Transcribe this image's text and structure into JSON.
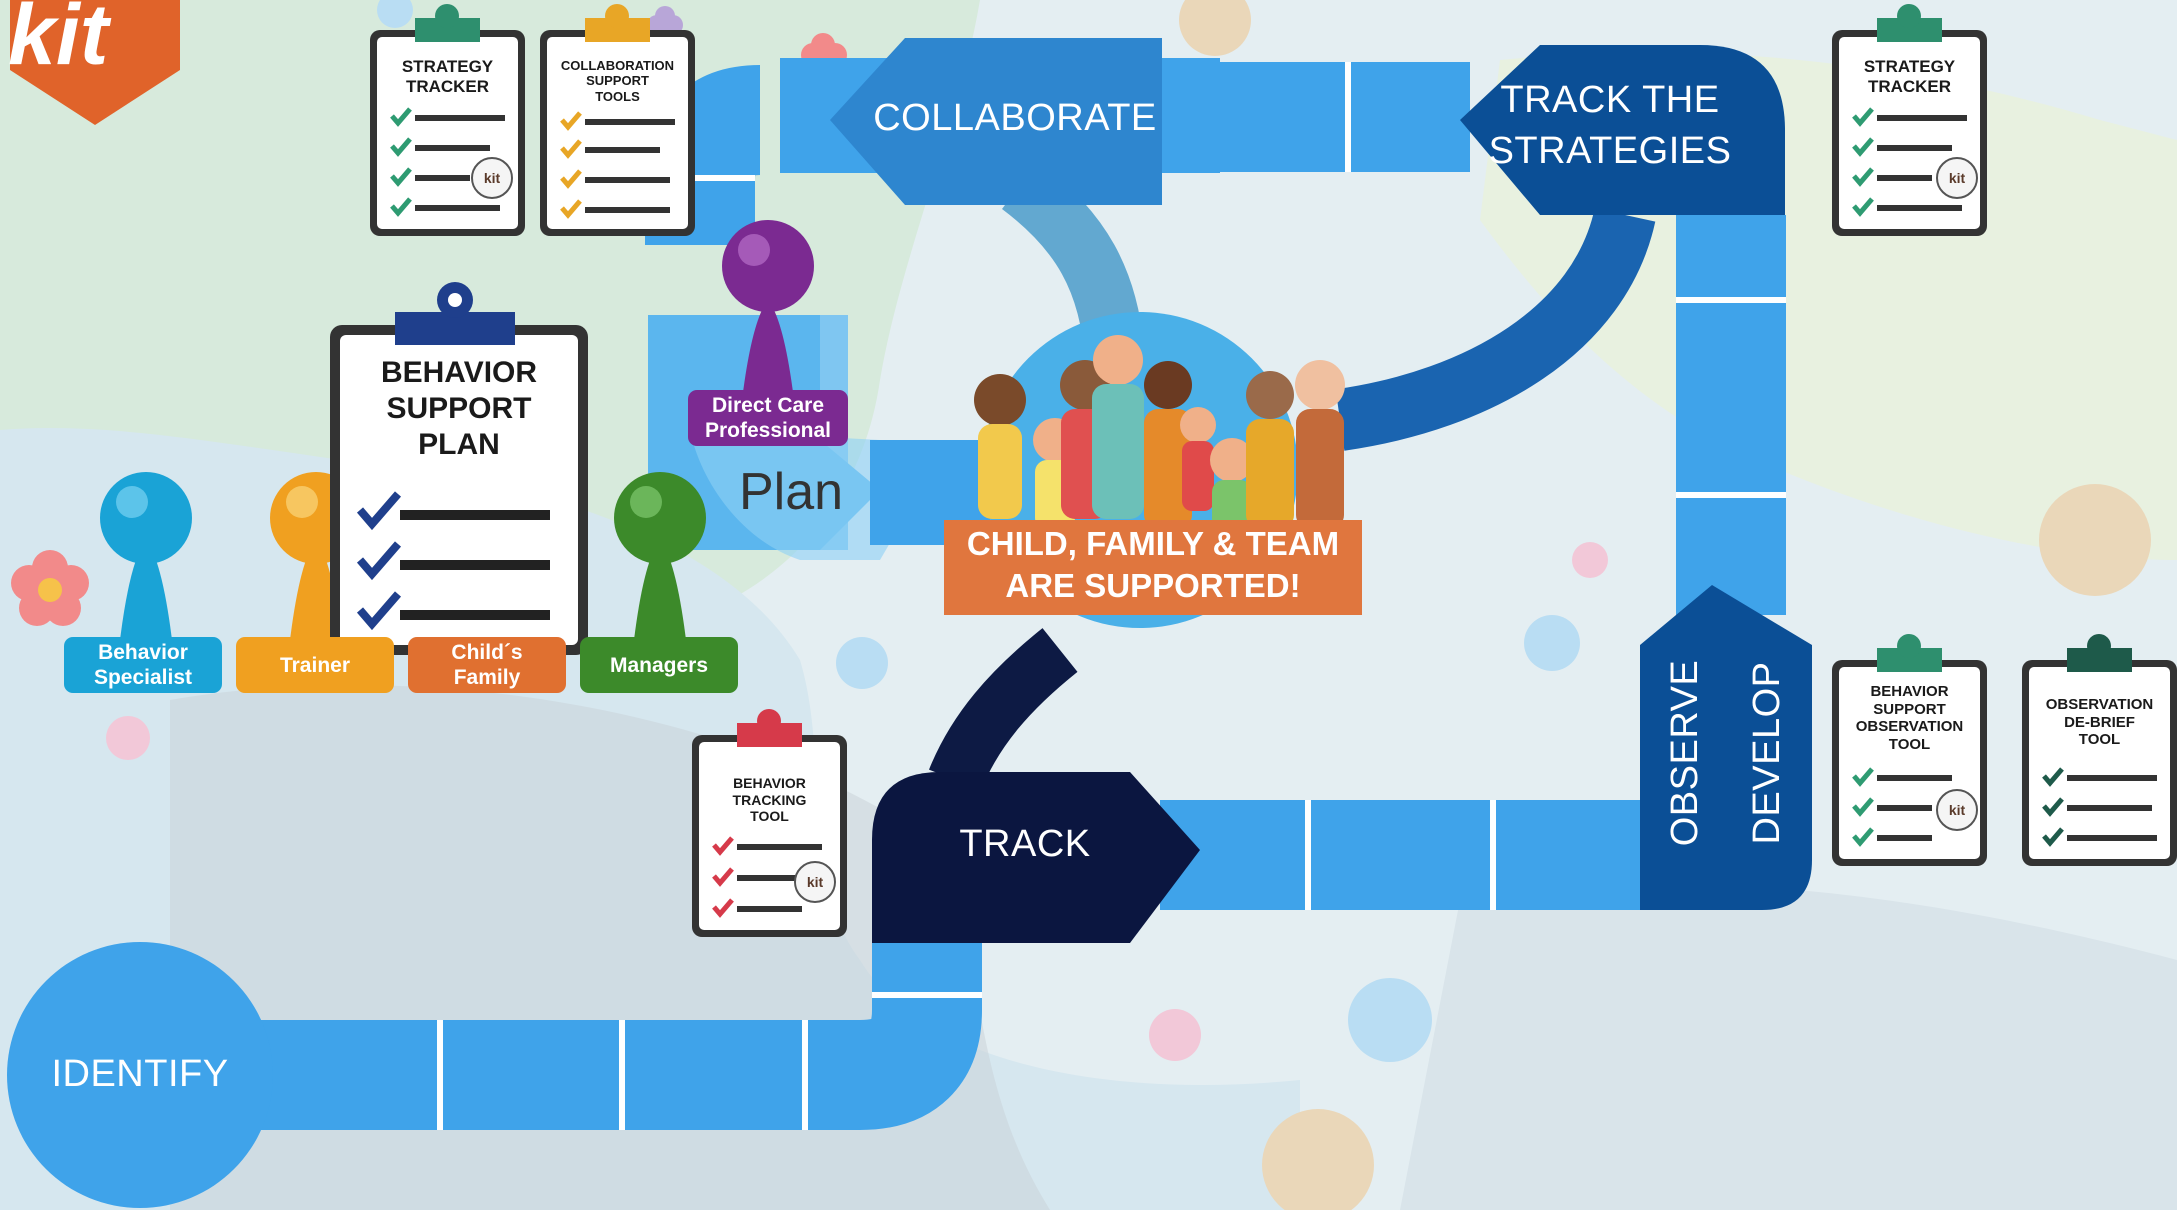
{
  "logo": {
    "text": "kit"
  },
  "stages": {
    "collaborate": "COLLABORATE",
    "track_strategies_line1": "TRACK THE",
    "track_strategies_line2": "STRATEGIES",
    "plan": "Plan",
    "observe": "OBSERVE",
    "develop": "DEVELOP",
    "track": "TRACK",
    "identify": "IDENTIFY"
  },
  "center": {
    "line1": "CHILD, FAMILY & TEAM",
    "line2": "ARE SUPPORTED!"
  },
  "pawns": [
    {
      "label_line1": "Behavior",
      "label_line2": "Specialist",
      "color": "#1aa3d6"
    },
    {
      "label_line1": "Trainer",
      "label_line2": "",
      "color": "#f0a020"
    },
    {
      "label_line1": "Child´s",
      "label_line2": "Family",
      "color": "#e07030"
    },
    {
      "label_line1": "Managers",
      "label_line2": "",
      "color": "#3c8a2a"
    },
    {
      "label_line1": "Direct Care",
      "label_line2": "Professional",
      "color": "#7b2a91"
    }
  ],
  "clipboards": {
    "strategy_tracker_left": {
      "line1": "STRATEGY",
      "line2": "TRACKER",
      "line3": ""
    },
    "collaboration_tools": {
      "line1": "COLLABORATION",
      "line2": "SUPPORT",
      "line3": "TOOLS"
    },
    "behavior_support_plan": {
      "line1": "BEHAVIOR",
      "line2": "SUPPORT",
      "line3": "PLAN"
    },
    "behavior_tracking_tool": {
      "line1": "BEHAVIOR",
      "line2": "TRACKING",
      "line3": "TOOL"
    },
    "strategy_tracker_right": {
      "line1": "STRATEGY",
      "line2": "TRACKER",
      "line3": ""
    },
    "behavior_support_observation": {
      "line1": "BEHAVIOR",
      "line2": "SUPPORT",
      "line3": "OBSERVATION",
      "line4": "TOOL"
    },
    "observation_debrief": {
      "line1": "OBSERVATION",
      "line2": "DE-BRIEF",
      "line3": "TOOL"
    },
    "kit_badge": "kit"
  },
  "colors": {
    "path_light": "#3fa3ea",
    "path_mid": "#2e86cf",
    "path_dark": "#0b4f96",
    "path_navy": "#0b1640",
    "banner_orange": "#e0763e",
    "center_circle": "#4ab0e8"
  }
}
